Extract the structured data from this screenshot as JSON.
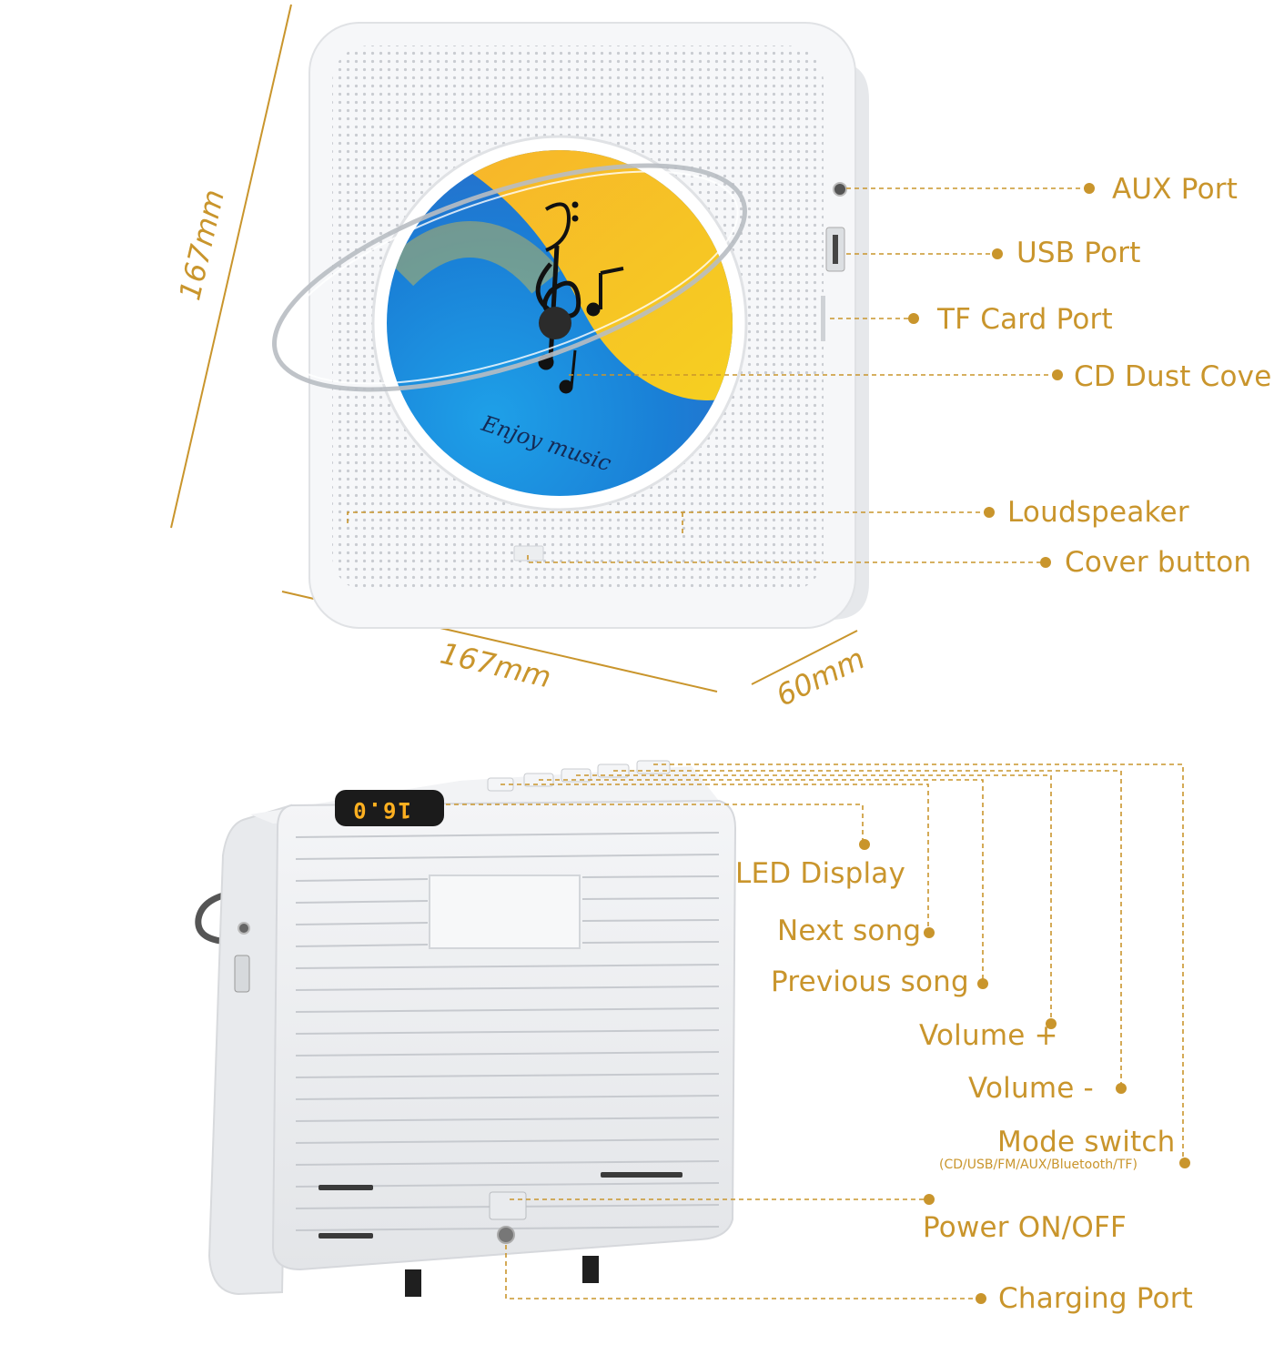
{
  "accent_color": "#c9952c",
  "dimensions": {
    "height": "167mm",
    "width": "167mm",
    "depth": "60mm"
  },
  "front_labels": {
    "aux_port": "AUX Port",
    "usb_port": "USB Port",
    "tf_card_port": "TF Card Port",
    "cd_dust_cover": "CD Dust Cover",
    "loudspeaker": "Loudspeaker",
    "cover_button": "Cover button"
  },
  "disc_text": "Enjoy music",
  "led_readout": "16.0",
  "back_labels": {
    "led_display": "LED Display",
    "next_song": "Next song",
    "previous_song": "Previous song",
    "volume_up": "Volume +",
    "volume_down": "Volume -",
    "mode_switch": "Mode switch",
    "mode_switch_sub": "(CD/USB/FM/AUX/Bluetooth/TF)",
    "power": "Power ON/OFF",
    "charging_port": "Charging Port"
  }
}
